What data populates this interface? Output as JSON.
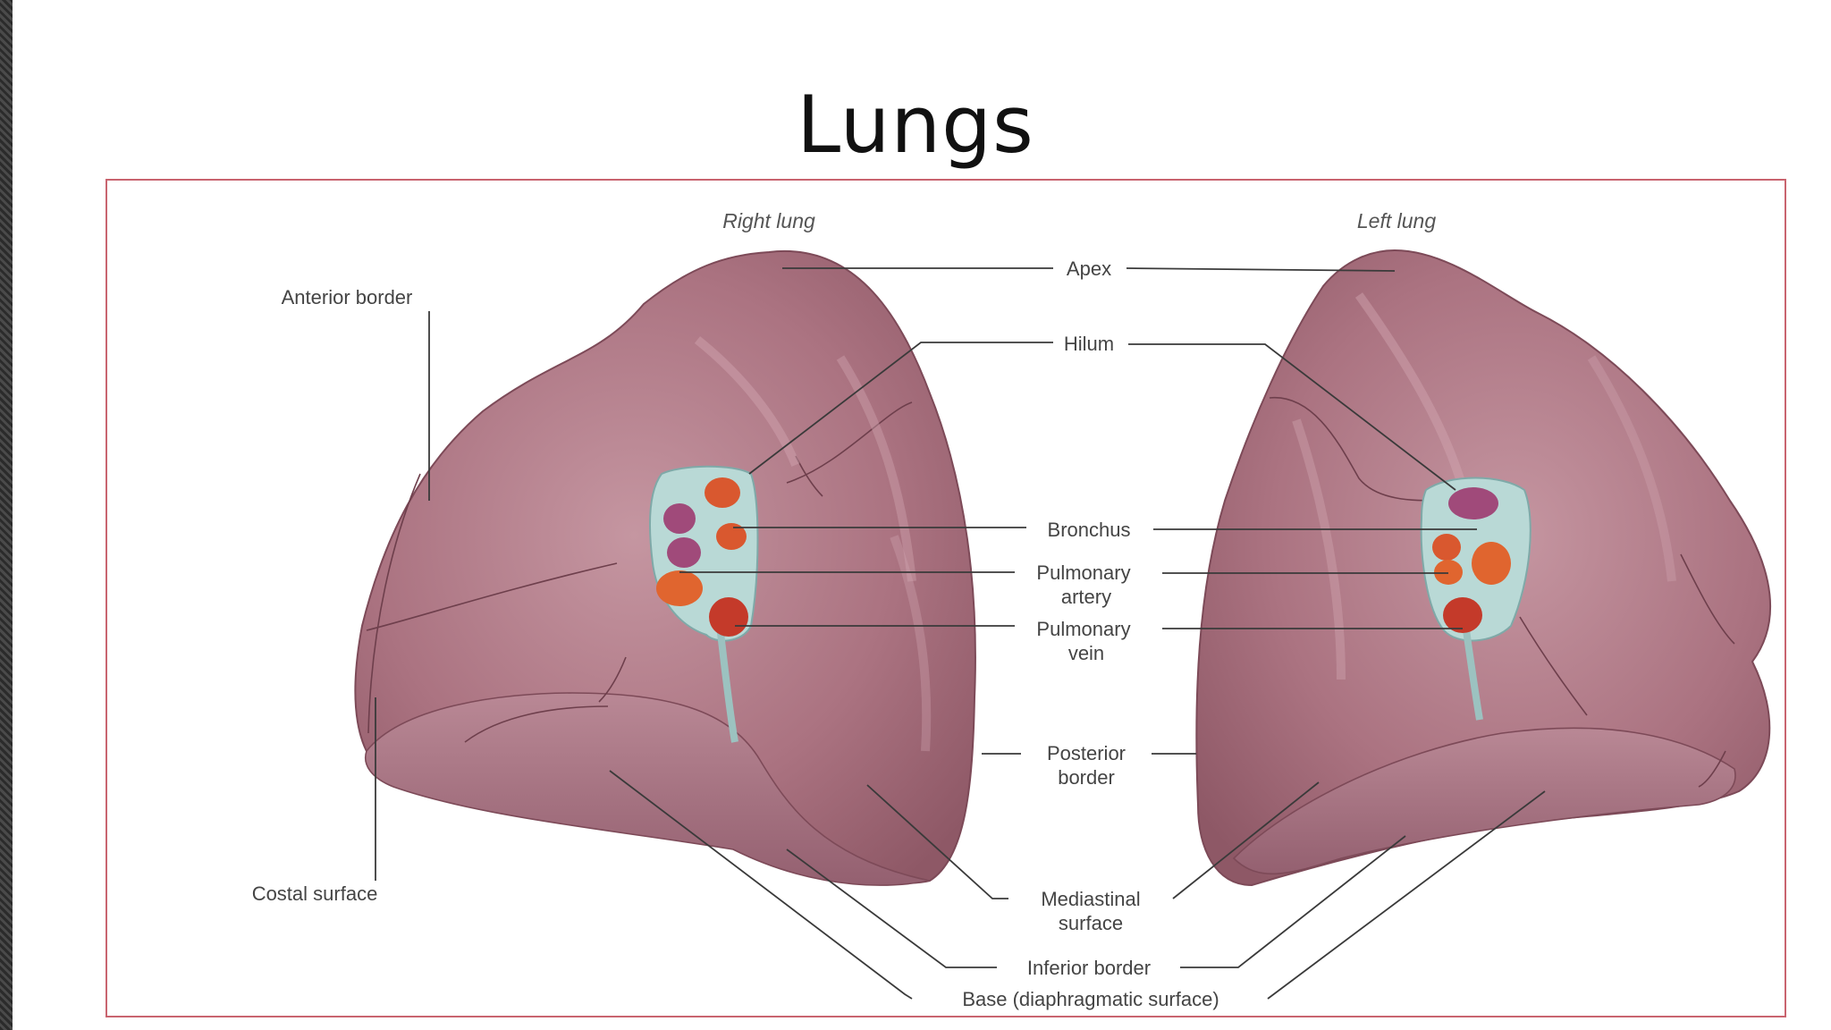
{
  "slide": {
    "title": "Lungs"
  },
  "diagram": {
    "right_lung_label": "Right lung",
    "left_lung_label": "Left lung",
    "labels": {
      "apex": "Apex",
      "hilum": "Hilum",
      "bronchus": "Bronchus",
      "pulmonary_artery_1": "Pulmonary",
      "pulmonary_artery_2": "artery",
      "pulmonary_vein_1": "Pulmonary",
      "pulmonary_vein_2": "vein",
      "posterior_border_1": "Posterior",
      "posterior_border_2": "border",
      "mediastinal_surface_1": "Mediastinal",
      "mediastinal_surface_2": "surface",
      "inferior_border": "Inferior border",
      "base": "Base (diaphragmatic surface)",
      "anterior_border": "Anterior border",
      "costal_surface": "Costal surface"
    },
    "colors": {
      "lung": "#b27a87",
      "lung_dark": "#8c5563",
      "artery": "#d9582f",
      "vein": "#c43a2a",
      "bronchus": "#a04a7a",
      "hilum_bg": "#b9d9d6",
      "frame": "#c9646f"
    }
  }
}
